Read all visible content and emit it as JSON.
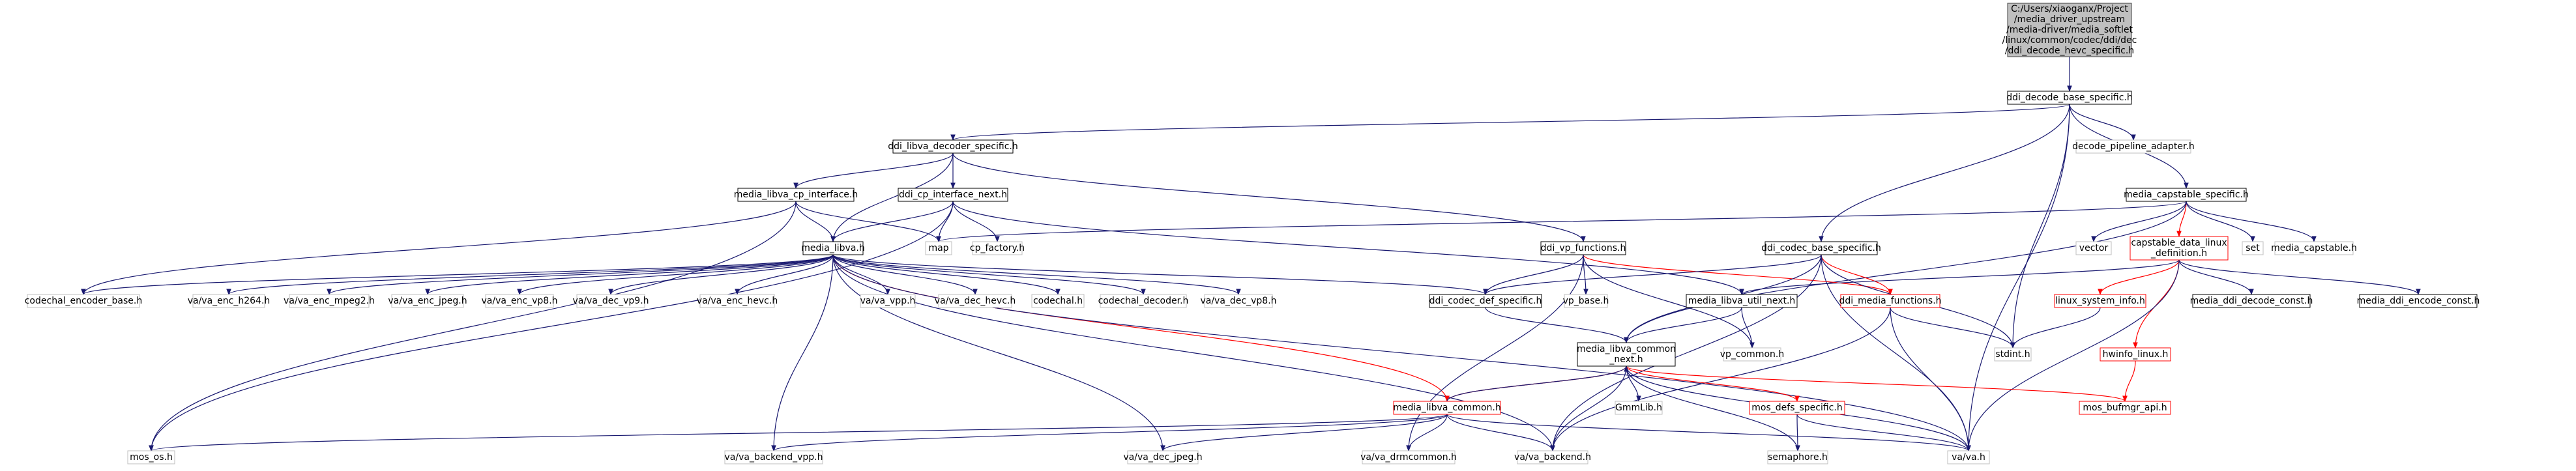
{
  "diagram": {
    "title": "",
    "nodes": [
      {
        "id": "root",
        "type": "root",
        "lines": [
          "C:/Users/xiaoganx/Project",
          "/media_driver_upstream",
          "/media-driver/media_softlet",
          "/linux/common/codec/ddi/dec",
          "/ddi_decode_hevc_specific.h"
        ]
      },
      {
        "id": "ddi_decode_base_specific",
        "type": "doc",
        "lines": [
          "ddi_decode_base_specific.h"
        ]
      },
      {
        "id": "ddi_libva_decoder_specific",
        "type": "doc",
        "lines": [
          "ddi_libva_decoder_specific.h"
        ]
      },
      {
        "id": "decode_pipeline_adapter",
        "type": "ext",
        "lines": [
          "decode_pipeline_adapter.h"
        ]
      },
      {
        "id": "media_capstable_specific",
        "type": "doc",
        "lines": [
          "media_capstable_specific.h"
        ]
      },
      {
        "id": "media_libva_cp_interface",
        "type": "doc",
        "lines": [
          "media_libva_cp_interface.h"
        ]
      },
      {
        "id": "ddi_cp_interface_next",
        "type": "doc",
        "lines": [
          "ddi_cp_interface_next.h"
        ]
      },
      {
        "id": "map",
        "type": "ext",
        "lines": [
          "map"
        ]
      },
      {
        "id": "cp_factory",
        "type": "ext",
        "lines": [
          "cp_factory.h"
        ]
      },
      {
        "id": "ddi_vp_functions",
        "type": "doc",
        "lines": [
          "ddi_vp_functions.h"
        ]
      },
      {
        "id": "ddi_codec_base_specific",
        "type": "doc",
        "lines": [
          "ddi_codec_base_specific.h"
        ]
      },
      {
        "id": "vector",
        "type": "ext",
        "lines": [
          "vector"
        ]
      },
      {
        "id": "capstable_data_linux",
        "type": "red",
        "lines": [
          "capstable_data_linux",
          "_definition.h"
        ]
      },
      {
        "id": "set",
        "type": "ext",
        "lines": [
          "set"
        ]
      },
      {
        "id": "media_capstable",
        "type": "ext",
        "lines": [
          "media_capstable.h"
        ]
      },
      {
        "id": "media_libva",
        "type": "doc",
        "lines": [
          "media_libva.h"
        ]
      },
      {
        "id": "codechal_encoder_base",
        "type": "ext",
        "lines": [
          "codechal_encoder_base.h"
        ]
      },
      {
        "id": "va_enc_h264",
        "type": "ext",
        "lines": [
          "va/va_enc_h264.h"
        ]
      },
      {
        "id": "va_enc_mpeg2",
        "type": "ext",
        "lines": [
          "va/va_enc_mpeg2.h"
        ]
      },
      {
        "id": "va_enc_jpeg",
        "type": "ext",
        "lines": [
          "va/va_enc_jpeg.h"
        ]
      },
      {
        "id": "va_enc_vp8",
        "type": "ext",
        "lines": [
          "va/va_enc_vp8.h"
        ]
      },
      {
        "id": "va_dec_vp9",
        "type": "ext",
        "lines": [
          "va/va_dec_vp9.h"
        ]
      },
      {
        "id": "va_enc_hevc",
        "type": "ext",
        "lines": [
          "va/va_enc_hevc.h"
        ]
      },
      {
        "id": "va_vpp",
        "type": "ext",
        "lines": [
          "va/va_vpp.h"
        ]
      },
      {
        "id": "va_dec_hevc",
        "type": "ext",
        "lines": [
          "va/va_dec_hevc.h"
        ]
      },
      {
        "id": "codechal",
        "type": "ext",
        "lines": [
          "codechal.h"
        ]
      },
      {
        "id": "codechal_decoder",
        "type": "ext",
        "lines": [
          "codechal_decoder.h"
        ]
      },
      {
        "id": "va_dec_vp8",
        "type": "ext",
        "lines": [
          "va/va_dec_vp8.h"
        ]
      },
      {
        "id": "ddi_codec_def_specific",
        "type": "doc",
        "lines": [
          "ddi_codec_def_specific.h"
        ]
      },
      {
        "id": "vp_base",
        "type": "ext",
        "lines": [
          "vp_base.h"
        ]
      },
      {
        "id": "media_libva_util_next",
        "type": "doc",
        "lines": [
          "media_libva_util_next.h"
        ]
      },
      {
        "id": "ddi_media_functions",
        "type": "red",
        "lines": [
          "ddi_media_functions.h"
        ]
      },
      {
        "id": "linux_system_info",
        "type": "red",
        "lines": [
          "linux_system_info.h"
        ]
      },
      {
        "id": "media_ddi_decode_const",
        "type": "doc",
        "lines": [
          "media_ddi_decode_const.h"
        ]
      },
      {
        "id": "media_ddi_encode_const",
        "type": "doc",
        "lines": [
          "media_ddi_encode_const.h"
        ]
      },
      {
        "id": "stdint",
        "type": "ext",
        "lines": [
          "stdint.h"
        ]
      },
      {
        "id": "hwinfo_linux",
        "type": "red",
        "lines": [
          "hwinfo_linux.h"
        ]
      },
      {
        "id": "media_libva_common_next",
        "type": "doc",
        "lines": [
          "media_libva_common",
          "_next.h"
        ]
      },
      {
        "id": "vp_common",
        "type": "ext",
        "lines": [
          "vp_common.h"
        ]
      },
      {
        "id": "mos_bufmgr_api",
        "type": "red",
        "lines": [
          "mos_bufmgr_api.h"
        ]
      },
      {
        "id": "media_libva_common",
        "type": "red",
        "lines": [
          "media_libva_common.h"
        ]
      },
      {
        "id": "gmmlib",
        "type": "ext",
        "lines": [
          "GmmLib.h"
        ]
      },
      {
        "id": "mos_defs_specific",
        "type": "red",
        "lines": [
          "mos_defs_specific.h"
        ]
      },
      {
        "id": "mos_os",
        "type": "ext",
        "lines": [
          "mos_os.h"
        ]
      },
      {
        "id": "va_backend_vpp",
        "type": "ext",
        "lines": [
          "va/va_backend_vpp.h"
        ]
      },
      {
        "id": "va_dec_jpeg",
        "type": "ext",
        "lines": [
          "va/va_dec_jpeg.h"
        ]
      },
      {
        "id": "va_drmcommon",
        "type": "ext",
        "lines": [
          "va/va_drmcommon.h"
        ]
      },
      {
        "id": "va_backend",
        "type": "ext",
        "lines": [
          "va/va_backend.h"
        ]
      },
      {
        "id": "semaphore",
        "type": "ext",
        "lines": [
          "semaphore.h"
        ]
      },
      {
        "id": "va",
        "type": "ext",
        "lines": [
          "va/va.h"
        ]
      }
    ],
    "edges": [
      [
        "root",
        "ddi_decode_base_specific"
      ],
      [
        "ddi_decode_base_specific",
        "ddi_libva_decoder_specific"
      ],
      [
        "ddi_decode_base_specific",
        "decode_pipeline_adapter"
      ],
      [
        "ddi_decode_base_specific",
        "media_capstable_specific"
      ],
      [
        "ddi_decode_base_specific",
        "ddi_codec_base_specific"
      ],
      [
        "ddi_decode_base_specific",
        "stdint"
      ],
      [
        "ddi_decode_base_specific",
        "va"
      ],
      [
        "ddi_libva_decoder_specific",
        "media_libva_cp_interface"
      ],
      [
        "ddi_libva_decoder_specific",
        "ddi_cp_interface_next"
      ],
      [
        "ddi_libva_decoder_specific",
        "media_libva"
      ],
      [
        "ddi_libva_decoder_specific",
        "ddi_vp_functions"
      ],
      [
        "media_libva_cp_interface",
        "codechal_encoder_base"
      ],
      [
        "media_libva_cp_interface",
        "media_libva"
      ],
      [
        "media_libva_cp_interface",
        "map"
      ],
      [
        "media_libva_cp_interface",
        "mos_os"
      ],
      [
        "ddi_cp_interface_next",
        "media_libva"
      ],
      [
        "ddi_cp_interface_next",
        "map"
      ],
      [
        "ddi_cp_interface_next",
        "cp_factory"
      ],
      [
        "ddi_cp_interface_next",
        "mos_os"
      ],
      [
        "ddi_cp_interface_next",
        "media_libva_util_next"
      ],
      [
        "media_capstable_specific",
        "map"
      ],
      [
        "media_capstable_specific",
        "vector"
      ],
      [
        "media_capstable_specific",
        "capstable_data_linux",
        "red"
      ],
      [
        "media_capstable_specific",
        "set"
      ],
      [
        "media_capstable_specific",
        "media_capstable"
      ],
      [
        "media_capstable_specific",
        "media_libva_common_next"
      ],
      [
        "media_libva",
        "codechal_encoder_base"
      ],
      [
        "media_libva",
        "va_enc_h264"
      ],
      [
        "media_libva",
        "va_enc_mpeg2"
      ],
      [
        "media_libva",
        "va_enc_jpeg"
      ],
      [
        "media_libva",
        "va_enc_vp8"
      ],
      [
        "media_libva",
        "va_dec_vp9"
      ],
      [
        "media_libva",
        "va_enc_hevc"
      ],
      [
        "media_libva",
        "va_vpp"
      ],
      [
        "media_libva",
        "va_dec_hevc"
      ],
      [
        "media_libva",
        "codechal"
      ],
      [
        "media_libva",
        "codechal_decoder"
      ],
      [
        "media_libva",
        "va_dec_vp8"
      ],
      [
        "media_libva",
        "ddi_codec_def_specific"
      ],
      [
        "media_libva",
        "va_backend_vpp"
      ],
      [
        "media_libva",
        "va_dec_jpeg"
      ],
      [
        "media_libva",
        "media_libva_common",
        "red"
      ],
      [
        "media_libva",
        "va_backend"
      ],
      [
        "media_libva",
        "va"
      ],
      [
        "ddi_vp_functions",
        "vp_base"
      ],
      [
        "ddi_vp_functions",
        "ddi_codec_def_specific"
      ],
      [
        "ddi_vp_functions",
        "ddi_media_functions",
        "red"
      ],
      [
        "ddi_vp_functions",
        "vp_common"
      ],
      [
        "ddi_vp_functions",
        "va_drmcommon"
      ],
      [
        "ddi_codec_base_specific",
        "ddi_codec_def_specific"
      ],
      [
        "ddi_codec_base_specific",
        "media_libva_common_next"
      ],
      [
        "ddi_codec_base_specific",
        "ddi_media_functions",
        "red"
      ],
      [
        "ddi_codec_base_specific",
        "stdint"
      ],
      [
        "ddi_codec_base_specific",
        "va"
      ],
      [
        "ddi_codec_base_specific",
        "va_backend"
      ],
      [
        "capstable_data_linux",
        "linux_system_info",
        "red"
      ],
      [
        "capstable_data_linux",
        "media_ddi_decode_const"
      ],
      [
        "capstable_data_linux",
        "media_ddi_encode_const"
      ],
      [
        "capstable_data_linux",
        "hwinfo_linux",
        "red"
      ],
      [
        "capstable_data_linux",
        "media_libva_util_next"
      ],
      [
        "capstable_data_linux",
        "va"
      ],
      [
        "linux_system_info",
        "stdint"
      ],
      [
        "hwinfo_linux",
        "mos_bufmgr_api",
        "red"
      ],
      [
        "ddi_codec_def_specific",
        "media_libva_common_next"
      ],
      [
        "media_libva_util_next",
        "media_libva_common_next"
      ],
      [
        "media_libva_util_next",
        "vp_common"
      ],
      [
        "ddi_media_functions",
        "stdint"
      ],
      [
        "ddi_media_functions",
        "va_backend"
      ],
      [
        "ddi_media_functions",
        "va"
      ],
      [
        "media_libva_common_next",
        "media_libva_common",
        "red"
      ],
      [
        "media_libva_common_next",
        "gmmlib"
      ],
      [
        "media_libva_common_next",
        "mos_defs_specific",
        "red"
      ],
      [
        "media_libva_common_next",
        "mos_bufmgr_api",
        "red"
      ],
      [
        "media_libva_common_next",
        "va_backend"
      ],
      [
        "media_libva_common_next",
        "semaphore"
      ],
      [
        "media_libva_common_next",
        "va"
      ],
      [
        "media_libva_common",
        "media_libva_common_next"
      ],
      [
        "media_libva_common",
        "mos_os"
      ],
      [
        "media_libva_common",
        "va_backend_vpp"
      ],
      [
        "media_libva_common",
        "va_dec_jpeg"
      ],
      [
        "media_libva_common",
        "va_drmcommon"
      ],
      [
        "media_libva_common",
        "va_backend"
      ],
      [
        "media_libva_common",
        "va"
      ],
      [
        "mos_defs_specific",
        "semaphore"
      ],
      [
        "mos_defs_specific",
        "va"
      ]
    ]
  }
}
